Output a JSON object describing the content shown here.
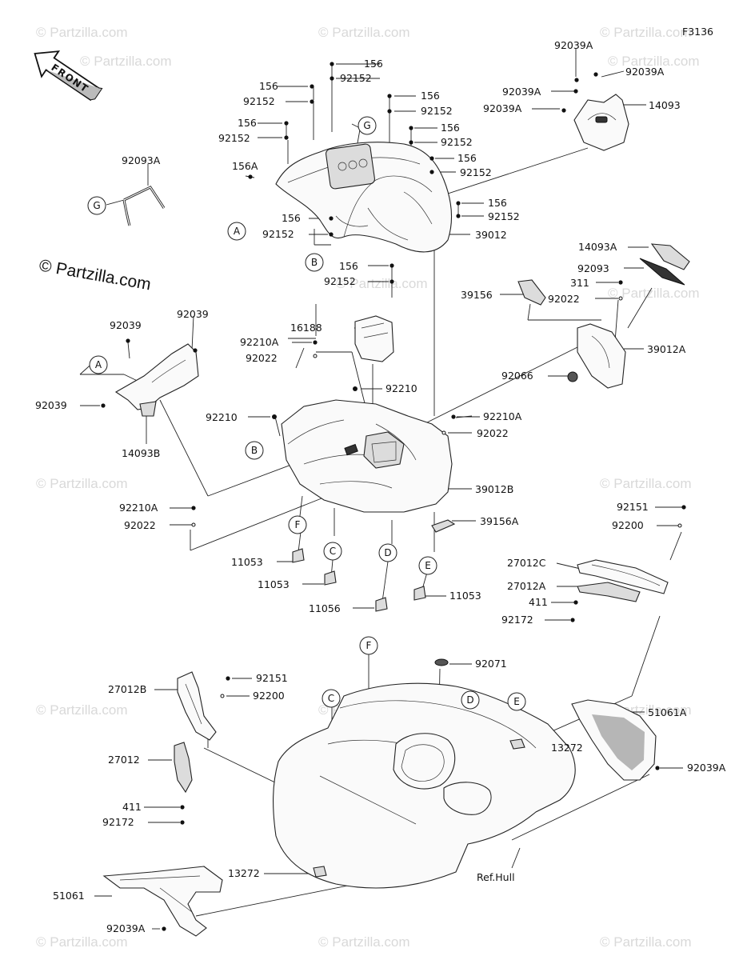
{
  "figure_code": "F3136",
  "watermark": {
    "small": "© Partzilla.com",
    "large": "© Partzilla.com"
  },
  "front_arrow": {
    "text": "FRONT"
  },
  "reference": "Ref.Hull",
  "labels": [
    {
      "id": "l1",
      "text": "92039A"
    },
    {
      "id": "l2",
      "text": "92039A"
    },
    {
      "id": "l3",
      "text": "92039A"
    },
    {
      "id": "l4",
      "text": "92039A"
    },
    {
      "id": "l5",
      "text": "14093"
    },
    {
      "id": "l6",
      "text": "156"
    },
    {
      "id": "l7",
      "text": "92152"
    },
    {
      "id": "l8",
      "text": "156"
    },
    {
      "id": "l9",
      "text": "92152"
    },
    {
      "id": "l10",
      "text": "156"
    },
    {
      "id": "l11",
      "text": "92152"
    },
    {
      "id": "l12",
      "text": "156"
    },
    {
      "id": "l13",
      "text": "92152"
    },
    {
      "id": "l14",
      "text": "156"
    },
    {
      "id": "l15",
      "text": "92152"
    },
    {
      "id": "l16",
      "text": "156"
    },
    {
      "id": "l17",
      "text": "92152"
    },
    {
      "id": "l18",
      "text": "156A"
    },
    {
      "id": "l19",
      "text": "156"
    },
    {
      "id": "l20",
      "text": "92152"
    },
    {
      "id": "l21",
      "text": "156"
    },
    {
      "id": "l22",
      "text": "92152"
    },
    {
      "id": "l23",
      "text": "156"
    },
    {
      "id": "l24",
      "text": "92152"
    },
    {
      "id": "l25",
      "text": "39012"
    },
    {
      "id": "l26",
      "text": "92093A"
    },
    {
      "id": "l27",
      "text": "14093A"
    },
    {
      "id": "l28",
      "text": "92093"
    },
    {
      "id": "l29",
      "text": "311"
    },
    {
      "id": "l30",
      "text": "39156"
    },
    {
      "id": "l31",
      "text": "92022"
    },
    {
      "id": "l32",
      "text": "92039"
    },
    {
      "id": "l33",
      "text": "92039"
    },
    {
      "id": "l34",
      "text": "16188"
    },
    {
      "id": "l35",
      "text": "92210A"
    },
    {
      "id": "l36",
      "text": "92022"
    },
    {
      "id": "l37",
      "text": "92066"
    },
    {
      "id": "l38",
      "text": "39012A"
    },
    {
      "id": "l39",
      "text": "92039"
    },
    {
      "id": "l40",
      "text": "92210"
    },
    {
      "id": "l41",
      "text": "92210"
    },
    {
      "id": "l42",
      "text": "14093B"
    },
    {
      "id": "l43",
      "text": "92210A"
    },
    {
      "id": "l44",
      "text": "92022"
    },
    {
      "id": "l45",
      "text": "39012B"
    },
    {
      "id": "l46",
      "text": "39156A"
    },
    {
      "id": "l47",
      "text": "92210A"
    },
    {
      "id": "l48",
      "text": "92022"
    },
    {
      "id": "l49",
      "text": "92151"
    },
    {
      "id": "l50",
      "text": "92200"
    },
    {
      "id": "l51",
      "text": "11053"
    },
    {
      "id": "l52",
      "text": "11053"
    },
    {
      "id": "l53",
      "text": "11056"
    },
    {
      "id": "l54",
      "text": "11053"
    },
    {
      "id": "l55",
      "text": "27012C"
    },
    {
      "id": "l56",
      "text": "27012A"
    },
    {
      "id": "l57",
      "text": "411"
    },
    {
      "id": "l58",
      "text": "92172"
    },
    {
      "id": "l59",
      "text": "92071"
    },
    {
      "id": "l60",
      "text": "92151"
    },
    {
      "id": "l61",
      "text": "27012B"
    },
    {
      "id": "l62",
      "text": "92200"
    },
    {
      "id": "l63",
      "text": "51061A"
    },
    {
      "id": "l64",
      "text": "13272"
    },
    {
      "id": "l65",
      "text": "92039A"
    },
    {
      "id": "l66",
      "text": "27012"
    },
    {
      "id": "l67",
      "text": "411"
    },
    {
      "id": "l68",
      "text": "92172"
    },
    {
      "id": "l69",
      "text": "13272"
    },
    {
      "id": "l70",
      "text": "51061"
    },
    {
      "id": "l71",
      "text": "92039A"
    }
  ],
  "circles": [
    {
      "id": "c1",
      "text": "G"
    },
    {
      "id": "c2",
      "text": "G"
    },
    {
      "id": "c3",
      "text": "A"
    },
    {
      "id": "c4",
      "text": "B"
    },
    {
      "id": "c5",
      "text": "A"
    },
    {
      "id": "c6",
      "text": "B"
    },
    {
      "id": "c7",
      "text": "F"
    },
    {
      "id": "c8",
      "text": "C"
    },
    {
      "id": "c9",
      "text": "D"
    },
    {
      "id": "c10",
      "text": "E"
    },
    {
      "id": "c11",
      "text": "F"
    },
    {
      "id": "c12",
      "text": "C"
    },
    {
      "id": "c13",
      "text": "D"
    },
    {
      "id": "c14",
      "text": "E"
    }
  ]
}
